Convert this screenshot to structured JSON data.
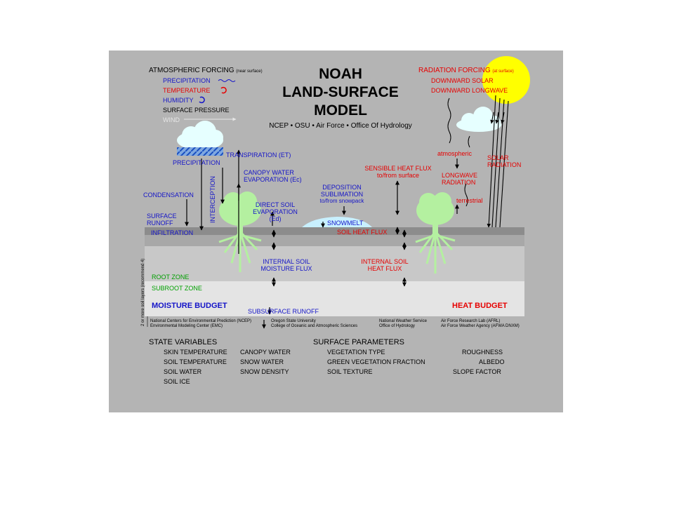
{
  "title": {
    "line1": "NOAH",
    "line2": "LAND-SURFACE",
    "line3": "MODEL",
    "partners": "NCEP • OSU • Air Force • Office Of Hydrology"
  },
  "atmospheric_forcing": {
    "heading": "ATMOSPHERIC FORCING",
    "qualifier": "(near surface)",
    "items": [
      "PRECIPITATION",
      "TEMPERATURE",
      "HUMIDITY",
      "SURFACE PRESSURE",
      "WIND"
    ]
  },
  "radiation_forcing": {
    "heading": "RADIATION FORCING",
    "qualifier": "(at surface)",
    "items": [
      "DOWNWARD SOLAR",
      "DOWNWARD LONGWAVE"
    ]
  },
  "labels": {
    "precipitation": "PRECIPITATION",
    "transpiration": "TRANSPIRATION (ET)",
    "canopy_evap_1": "CANOPY WATER",
    "canopy_evap_2": "EVAPORATION (Ec)",
    "condensation": "CONDENSATION",
    "interception": "INTERCEPTION",
    "surface_runoff_1": "SURFACE",
    "surface_runoff_2": "RUNOFF",
    "infiltration": "INFILTRATION",
    "direct_soil_1": "DIRECT SOIL",
    "direct_soil_2": "EVAPORATION",
    "direct_soil_3": "(Ed)",
    "deposition_1": "DEPOSITION",
    "deposition_2": "SUBLIMATION",
    "deposition_3": "to/from snowpack",
    "snowmelt": "SNOWMELT",
    "sensible_1": "SENSIBLE HEAT FLUX",
    "sensible_2": "to/from surface",
    "soil_heat_flux": "SOIL HEAT FLUX",
    "atmospheric": "atmospheric",
    "longwave_1": "LONGWAVE",
    "longwave_2": "RADIATION",
    "terrestrial": "terrestrial",
    "solar_1": "SOLAR",
    "solar_2": "RADIATION",
    "internal_moisture_1": "INTERNAL SOIL",
    "internal_moisture_2": "MOISTURE FLUX",
    "internal_heat_1": "INTERNAL SOIL",
    "internal_heat_2": "HEAT FLUX",
    "root_zone": "ROOT ZONE",
    "subroot_zone": "SUBROOT ZONE",
    "moisture_budget": "MOISTURE BUDGET",
    "heat_budget": "HEAT BUDGET",
    "subsurface_runoff": "SUBSURFACE RUNOFF",
    "soil_layers": "2 or more soil layers (recommend 4)"
  },
  "credits": [
    {
      "line1": "National Centers for Environmental Prediction (NCEP)",
      "line2": "Environmental Modeling Center (EMC)"
    },
    {
      "line1": "Oregon State University",
      "line2": "College of Oceanic and Atmospheric Sciences"
    },
    {
      "line1": "National Weather Service",
      "line2": "Office of Hydrology"
    },
    {
      "line1": "Air Force Research Lab (AFRL)",
      "line2": "Air Force Weather Agency (AFWA DNXM)"
    }
  ],
  "state_variables": {
    "heading": "STATE VARIABLES",
    "col1": [
      "SKIN TEMPERATURE",
      "SOIL TEMPERATURE",
      "SOIL WATER",
      "SOIL ICE"
    ],
    "col2": [
      "CANOPY WATER",
      "SNOW WATER",
      "SNOW DENSITY"
    ]
  },
  "surface_parameters": {
    "heading": "SURFACE PARAMETERS",
    "col1": [
      "VEGETATION TYPE",
      "GREEN VEGETATION FRACTION",
      "SOIL TEXTURE"
    ],
    "col2": [
      "ROUGHNESS",
      "ALBEDO",
      "SLOPE FACTOR"
    ]
  },
  "colors": {
    "panel": "#b4b4b4",
    "blue_text": "#1414c8",
    "red_text": "#e60000",
    "green_text": "#00a000",
    "tree": "#b4f0a0",
    "cloud": "#e6ffff",
    "snow": "#c8f0ff",
    "sun": "#ffff00"
  }
}
